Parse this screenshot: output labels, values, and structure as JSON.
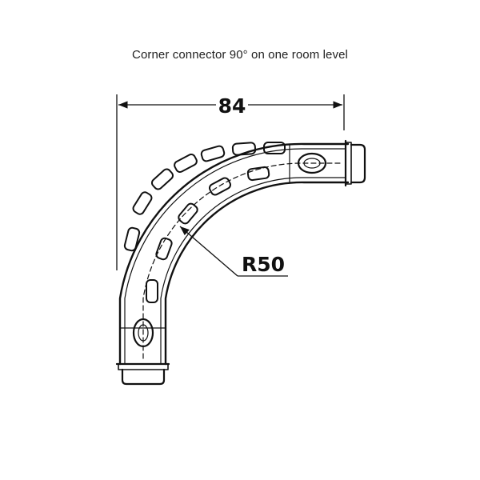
{
  "caption": "Corner connector 90° on one room level",
  "dimensions": {
    "width_label": "84",
    "radius_label": "R50"
  },
  "colors": {
    "line": "#111111",
    "background": "#ffffff"
  }
}
